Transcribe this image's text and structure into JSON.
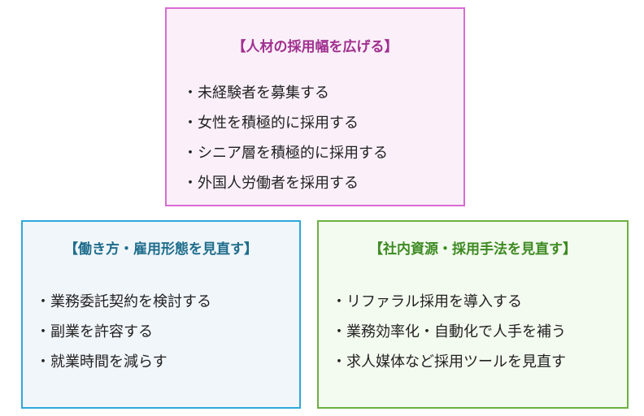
{
  "boxes": [
    {
      "title": "【人材の採用幅を広げる】",
      "items": [
        "・未経験者を募集する",
        "・女性を積極的に採用する",
        "・シニア層を積極的に採用する",
        "・外国人労働者を採用する"
      ]
    },
    {
      "title": "【働き方・雇用形態を見直す】",
      "items": [
        "・業務委託契約を検討する",
        "・副業を許容する",
        "・就業時間を減らす"
      ]
    },
    {
      "title": "【社内資源・採用手法を見直す】",
      "items": [
        "・リファラル採用を導入する",
        "・業務効率化・自動化で人手を補う",
        "・求人媒体など採用ツールを見直す"
      ]
    }
  ],
  "colors": {
    "pink": "#d96bd3",
    "blue": "#2ea8dc",
    "green": "#6cb040"
  }
}
